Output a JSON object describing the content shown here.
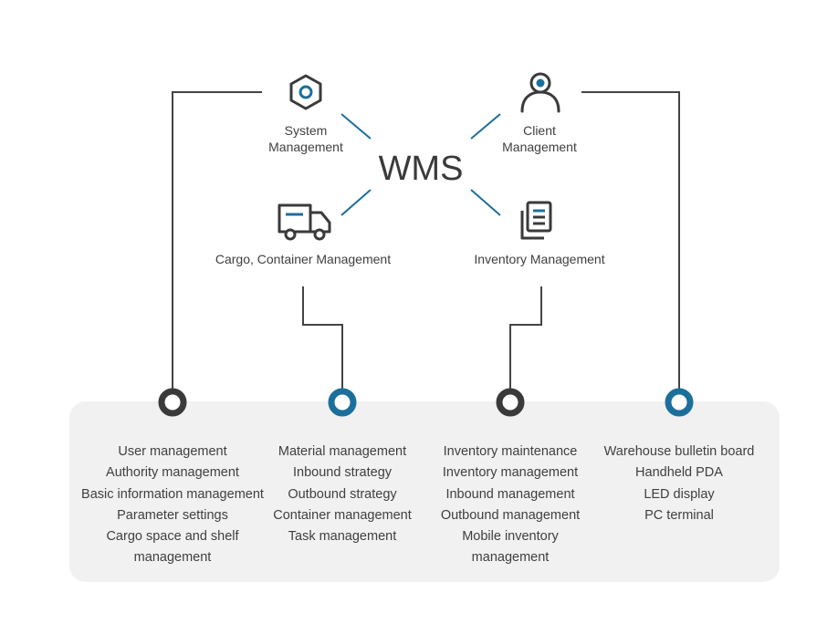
{
  "center": {
    "label": "WMS"
  },
  "modules": {
    "system": {
      "label": "System\nManagement",
      "icon": "hexagon-nut-icon"
    },
    "client": {
      "label": "Client\nManagement",
      "icon": "user-icon"
    },
    "cargo": {
      "label": "Cargo, Container Management",
      "icon": "truck-icon"
    },
    "inventory": {
      "label": "Inventory Management",
      "icon": "document-list-icon"
    }
  },
  "columns": [
    {
      "items": [
        "User management",
        "Authority management",
        "Basic information management",
        "Parameter settings",
        "Cargo space and shelf",
        "management"
      ]
    },
    {
      "items": [
        "Material management",
        "Inbound strategy",
        "Outbound strategy",
        "Container management",
        "Task management"
      ]
    },
    {
      "items": [
        "Inventory maintenance",
        "Inventory management",
        "Inbound management",
        "Outbound management",
        "Mobile inventory",
        "management"
      ]
    },
    {
      "items": [
        "Warehouse bulletin board",
        "Handheld PDA",
        "LED display",
        "PC terminal"
      ]
    }
  ],
  "colors": {
    "dark": "#3a3a3a",
    "blue": "#1d6f9b",
    "line": "#444444",
    "panel": "#f1f1f1"
  }
}
